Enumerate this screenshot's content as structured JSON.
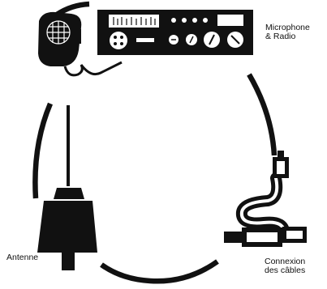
{
  "labels": {
    "microphone_radio_line1": "Microphone",
    "microphone_radio_line2": "& Radio",
    "antenna": "Antenne",
    "cables_line1": "Connexion",
    "cables_line2": "des câbles"
  },
  "colors": {
    "ink": "#111111",
    "paper": "#ffffff"
  }
}
